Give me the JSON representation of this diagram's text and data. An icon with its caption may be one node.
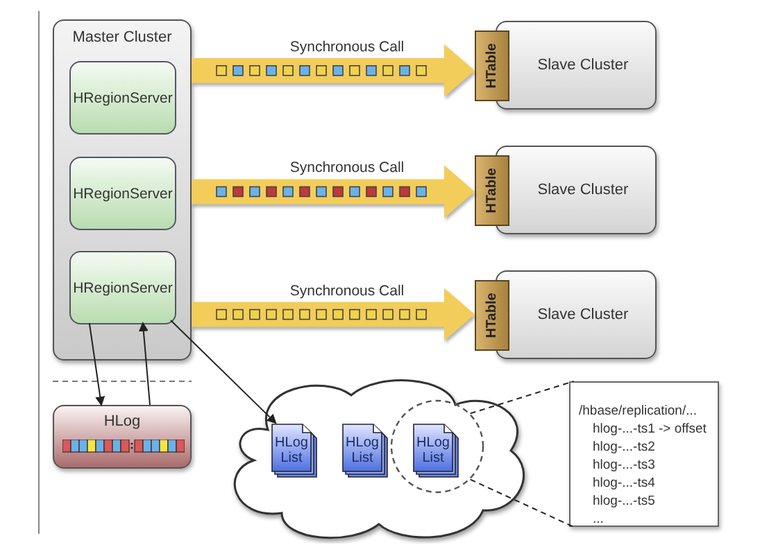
{
  "diagram": {
    "nodes": [
      {
        "text": [
          "Master Cluster"
        ]
      },
      {
        "text": [
          "HRegionServer"
        ],
        "in": 0
      },
      {
        "text": [
          "HRegionServer"
        ],
        "in": 0
      },
      {
        "text": [
          "HRegionServer"
        ],
        "in": 0
      },
      {
        "text": [
          "HTable"
        ]
      },
      {
        "text": [
          "Slave Cluster"
        ]
      },
      {
        "text": [
          "HTable"
        ]
      },
      {
        "text": [
          "Slave Cluster"
        ]
      },
      {
        "text": [
          "HTable"
        ]
      },
      {
        "text": [
          "Slave Cluster"
        ]
      },
      {
        "text": [
          "HLog"
        ]
      },
      {
        "text": [],
        "shape": "cloud"
      },
      {
        "text": [
          "HLog List"
        ],
        "in": 11
      },
      {
        "text": [
          "HLog List"
        ],
        "in": 11
      },
      {
        "text": [],
        "shape": "circle",
        "in": 11
      },
      {
        "text": [
          "HLog List"
        ],
        "in": 14
      },
      {
        "text": [
          "/hbase/replication/...",
          "hlog-...-ts1 -> offset",
          "hlog-...-ts2",
          "hlog-...-ts3",
          "hlog-...-ts4",
          "hlog-...-ts5",
          "..."
        ]
      }
    ],
    "edges": [
      {
        "from": 0,
        "to": 4,
        "arrow": "to",
        "label": "Synchronous Call",
        "style": "thick",
        "color": "#f3cd5a"
      },
      {
        "from": 0,
        "to": 6,
        "arrow": "to",
        "label": "Synchronous Call",
        "style": "thick",
        "color": "#f3cd5a"
      },
      {
        "from": 0,
        "to": 8,
        "arrow": "to",
        "label": "Synchronous Call",
        "style": "thick",
        "color": "#f3cd5a"
      },
      {
        "from": 3,
        "to": 10,
        "arrow": "to"
      },
      {
        "from": 10,
        "to": 3,
        "arrow": "to"
      },
      {
        "from": 3,
        "to": 12,
        "arrow": "to"
      },
      {
        "from": 14,
        "to": 16,
        "arrow": "none",
        "style": "dashed"
      },
      {
        "from": 14,
        "to": 16,
        "arrow": "none",
        "style": "dashed"
      }
    ]
  }
}
